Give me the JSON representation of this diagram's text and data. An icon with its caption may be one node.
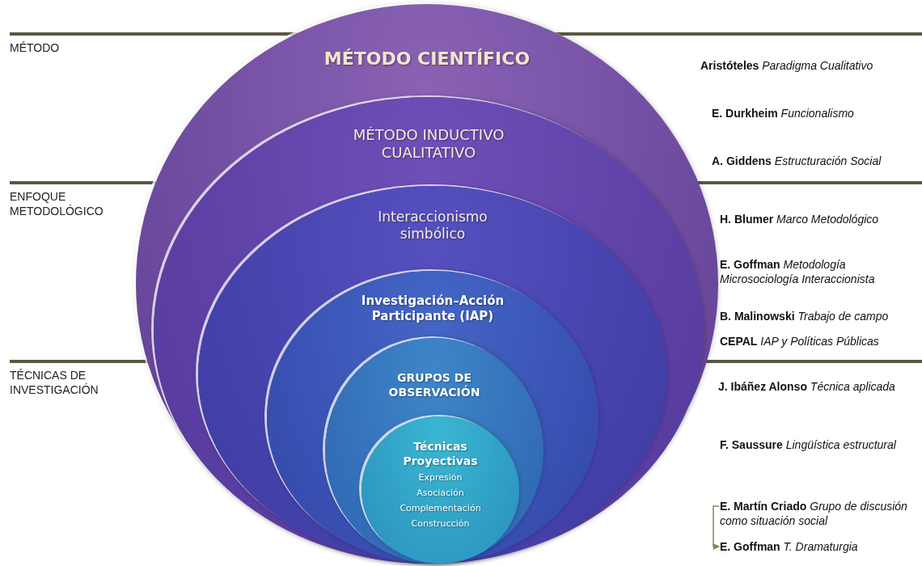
{
  "diagram": {
    "nodes": [
      {
        "text": [
          "MÉTODO CIENTÍFICO"
        ]
      },
      {
        "text": [
          "MÉTODO INDUCTIVO CUALITATIVO"
        ],
        "in": 0
      },
      {
        "text": [
          "Interaccionismo simbólico"
        ],
        "in": 1
      },
      {
        "text": [
          "Investigación–Acción Participante (IAP)"
        ],
        "in": 2
      },
      {
        "text": [
          "GRUPOS DE OBSERVACIÓN"
        ],
        "in": 3
      },
      {
        "text": [
          "Técnicas Proyectivas",
          "Expresión",
          "Asociación",
          "Complementación",
          "Construcción"
        ],
        "in": 4
      },
      {
        "text": [
          "**E. Martín Criado** *Grupo de discusión como situación social*"
        ]
      },
      {
        "text": [
          "**E. Goffman** *T. Dramaturgia*"
        ]
      }
    ],
    "edges": [
      {
        "from": 6,
        "to": 7,
        "arrow": "to",
        "color": "#8a8560"
      }
    ],
    "labels": [
      "MÉTODO",
      "**Aristóteles** *Paradigma Cualitativo*",
      "**E. Durkheim** *Funcionalismo*",
      "**A. Giddens** *Estructuración Social*",
      "ENFOQUE METODOLÓGICO",
      "**H. Blumer** *Marco Metodológico*",
      "**E. Goffman** *Metodología Microsociología Interaccionista*",
      "**B. Malinowski** *Trabajo de campo*",
      "**CEPAL** *IAP y Políticas Públicas*",
      "TÉCNICAS DE INVESTIGACIÓN",
      "**J. Ibáñez Alonso** *Técnica aplicada*",
      "**F. Saussure** *Lingüística estructural*"
    ]
  }
}
